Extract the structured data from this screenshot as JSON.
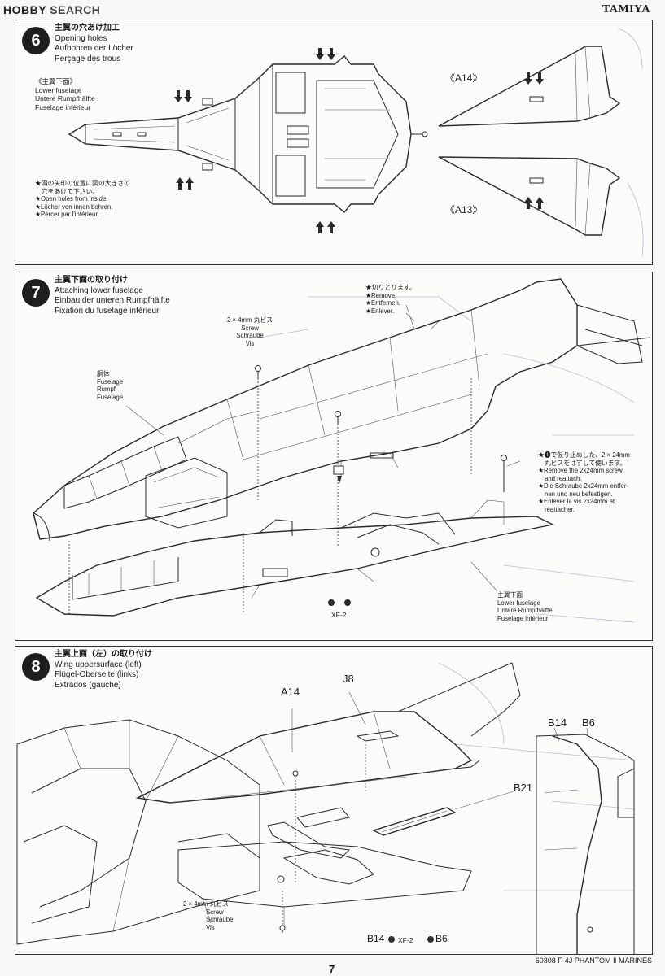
{
  "header": {
    "logo_hobby": "HOBBY",
    "logo_search": "SEARCH",
    "brand": "TAMIYA"
  },
  "step6": {
    "number": "6",
    "title_jp": "主翼の穴あけ加工",
    "title_en": "Opening holes",
    "title_de": "Aufbohren der Löcher",
    "title_fr": "Perçage des trous",
    "sub_jp": "《主翼下面》",
    "sub_en": "Lower fuselage",
    "sub_de": "Untere Rumpfhälfte",
    "sub_fr": "Fuselage inférieur",
    "note_jp1": "★図の矢印の位置に図の大きさの",
    "note_jp2": "穴をあけて下さい。",
    "note_en": "★Open holes from inside.",
    "note_de": "★Löcher von innen bohren.",
    "note_fr": "★Percer par l'intérieur.",
    "part_a14": "《A14》",
    "part_a13": "《A13》"
  },
  "step7": {
    "number": "7",
    "title_jp": "主翼下面の取り付け",
    "title_en": "Attaching lower fuselage",
    "title_de": "Einbau der unteren Rumpfhälfte",
    "title_fr": "Fixation du fuselage inférieur",
    "screw_jp": "2 × 4mm 丸ビス",
    "screw_en": "Screw",
    "screw_de": "Schraube",
    "screw_fr": "Vis",
    "fuselage_jp": "胴体",
    "fuselage_en": "Fuselage",
    "fuselage_de": "Rumpf",
    "fuselage_fr": "Fuselage",
    "remove_jp": "★切りとります。",
    "remove_en": "★Remove.",
    "remove_de": "★Entfernen.",
    "remove_fr": "★Enlever.",
    "reattach_jp1": "★❶で仮り止めした、2 × 24mm",
    "reattach_jp2": "丸ビスをはずして使います。",
    "reattach_en1": "★Remove the 2x24mm screw",
    "reattach_en2": "and reattach.",
    "reattach_de1": "★Die Schraube 2x24mm entfer-",
    "reattach_de2": "nen und neu befestigen.",
    "reattach_fr1": "★Enlever la vis 2x24mm et",
    "reattach_fr2": "réattacher.",
    "lower_jp": "主翼下面",
    "lower_en": "Lower fuselage",
    "lower_de": "Untere Rumpfhälfte",
    "lower_fr": "Fuselage inférieur",
    "paint": "XF-2"
  },
  "step8": {
    "number": "8",
    "title_jp": "主翼上面（左）の取り付け",
    "title_en": "Wing uppersurface (left)",
    "title_de": "Flügel-Oberseite (links)",
    "title_fr": "Extrados (gauche)",
    "part_a14": "A14",
    "part_j8": "J8",
    "part_b21": "B21",
    "part_b14": "B14",
    "part_b6": "B6",
    "screw_jp": "2 × 4mm 丸ビス",
    "screw_en": "Screw",
    "screw_de": "Schraube",
    "screw_fr": "Vis",
    "paint_line_b14": "B14",
    "paint_line_xf": "XF-2",
    "paint_line_b6": "B6"
  },
  "footer": {
    "code": "60308 F-4J PHANTOM Ⅱ MARINES",
    "page": "7"
  }
}
